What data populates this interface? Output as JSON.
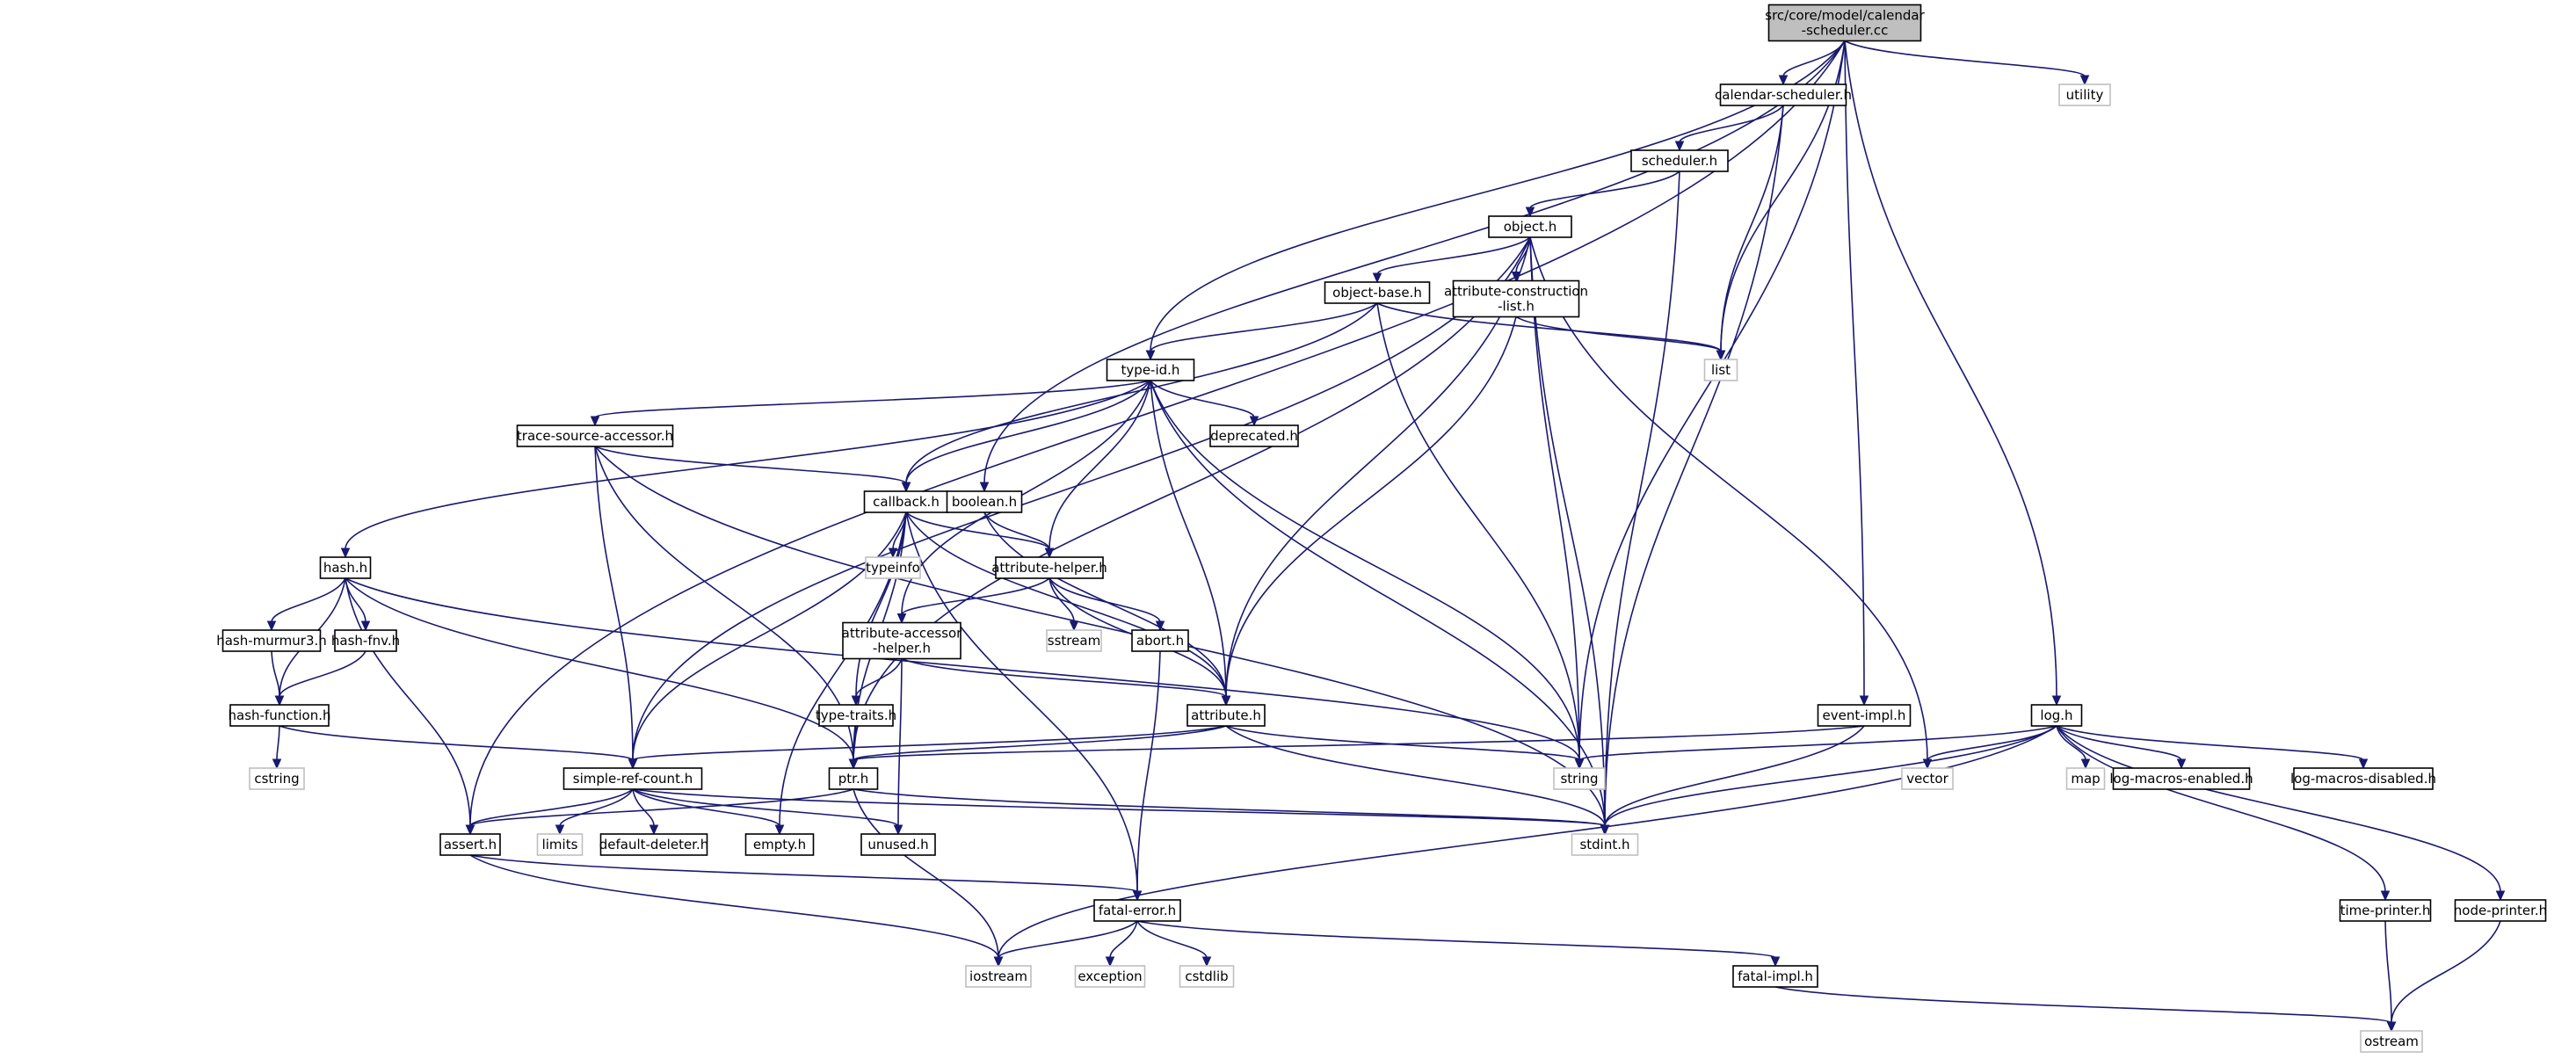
{
  "graph": {
    "nodes": [
      {
        "id": "main",
        "lines": [
          "src/core/model/calendar",
          "-scheduler.cc"
        ],
        "kind": "main"
      },
      {
        "id": "calsched",
        "lines": [
          "calendar-scheduler.h"
        ],
        "kind": "local"
      },
      {
        "id": "utility",
        "lines": [
          "utility"
        ],
        "kind": "sys"
      },
      {
        "id": "scheduler",
        "lines": [
          "scheduler.h"
        ],
        "kind": "local"
      },
      {
        "id": "object",
        "lines": [
          "object.h"
        ],
        "kind": "local"
      },
      {
        "id": "objbase",
        "lines": [
          "object-base.h"
        ],
        "kind": "local"
      },
      {
        "id": "attrcons",
        "lines": [
          "attribute-construction",
          "-list.h"
        ],
        "kind": "local"
      },
      {
        "id": "list",
        "lines": [
          "list"
        ],
        "kind": "sys"
      },
      {
        "id": "typeid",
        "lines": [
          "type-id.h"
        ],
        "kind": "local"
      },
      {
        "id": "tsa",
        "lines": [
          "trace-source-accessor.h"
        ],
        "kind": "local"
      },
      {
        "id": "deprecated",
        "lines": [
          "deprecated.h"
        ],
        "kind": "local"
      },
      {
        "id": "callback",
        "lines": [
          "callback.h"
        ],
        "kind": "local"
      },
      {
        "id": "boolean",
        "lines": [
          "boolean.h"
        ],
        "kind": "local"
      },
      {
        "id": "hash",
        "lines": [
          "hash.h"
        ],
        "kind": "local"
      },
      {
        "id": "typeinfo",
        "lines": [
          "typeinfo"
        ],
        "kind": "sys"
      },
      {
        "id": "attrhelper",
        "lines": [
          "attribute-helper.h"
        ],
        "kind": "local"
      },
      {
        "id": "hashmurmur",
        "lines": [
          "hash-murmur3.h"
        ],
        "kind": "local"
      },
      {
        "id": "hashfnv",
        "lines": [
          "hash-fnv.h"
        ],
        "kind": "local"
      },
      {
        "id": "attracc",
        "lines": [
          "attribute-accessor",
          "-helper.h"
        ],
        "kind": "local"
      },
      {
        "id": "sstream",
        "lines": [
          "sstream"
        ],
        "kind": "sys"
      },
      {
        "id": "abort",
        "lines": [
          "abort.h"
        ],
        "kind": "local"
      },
      {
        "id": "hashfunc",
        "lines": [
          "hash-function.h"
        ],
        "kind": "local"
      },
      {
        "id": "typetraits",
        "lines": [
          "type-traits.h"
        ],
        "kind": "local"
      },
      {
        "id": "attribute",
        "lines": [
          "attribute.h"
        ],
        "kind": "local"
      },
      {
        "id": "eventimpl",
        "lines": [
          "event-impl.h"
        ],
        "kind": "local"
      },
      {
        "id": "log",
        "lines": [
          "log.h"
        ],
        "kind": "local"
      },
      {
        "id": "cstring",
        "lines": [
          "cstring"
        ],
        "kind": "sys"
      },
      {
        "id": "simpleref",
        "lines": [
          "simple-ref-count.h"
        ],
        "kind": "local"
      },
      {
        "id": "ptr",
        "lines": [
          "ptr.h"
        ],
        "kind": "local"
      },
      {
        "id": "string",
        "lines": [
          "string"
        ],
        "kind": "sys"
      },
      {
        "id": "vector",
        "lines": [
          "vector"
        ],
        "kind": "sys"
      },
      {
        "id": "map",
        "lines": [
          "map"
        ],
        "kind": "sys"
      },
      {
        "id": "logme",
        "lines": [
          "log-macros-enabled.h"
        ],
        "kind": "local"
      },
      {
        "id": "logmd",
        "lines": [
          "log-macros-disabled.h"
        ],
        "kind": "local"
      },
      {
        "id": "assert",
        "lines": [
          "assert.h"
        ],
        "kind": "local"
      },
      {
        "id": "limits",
        "lines": [
          "limits"
        ],
        "kind": "sys"
      },
      {
        "id": "defdel",
        "lines": [
          "default-deleter.h"
        ],
        "kind": "local"
      },
      {
        "id": "empty",
        "lines": [
          "empty.h"
        ],
        "kind": "local"
      },
      {
        "id": "unused",
        "lines": [
          "unused.h"
        ],
        "kind": "local"
      },
      {
        "id": "stdint",
        "lines": [
          "stdint.h"
        ],
        "kind": "sys"
      },
      {
        "id": "fatalerror",
        "lines": [
          "fatal-error.h"
        ],
        "kind": "local"
      },
      {
        "id": "timeprinter",
        "lines": [
          "time-printer.h"
        ],
        "kind": "local"
      },
      {
        "id": "nodeprinter",
        "lines": [
          "node-printer.h"
        ],
        "kind": "local"
      },
      {
        "id": "iostream",
        "lines": [
          "iostream"
        ],
        "kind": "sys"
      },
      {
        "id": "exception",
        "lines": [
          "exception"
        ],
        "kind": "sys"
      },
      {
        "id": "cstdlib",
        "lines": [
          "cstdlib"
        ],
        "kind": "sys"
      },
      {
        "id": "fatalimpl",
        "lines": [
          "fatal-impl.h"
        ],
        "kind": "local"
      },
      {
        "id": "ostream",
        "lines": [
          "ostream"
        ],
        "kind": "sys"
      }
    ],
    "edges": [
      [
        "main",
        "calsched"
      ],
      [
        "main",
        "utility"
      ],
      [
        "main",
        "typeid"
      ],
      [
        "main",
        "boolean"
      ],
      [
        "main",
        "assert"
      ],
      [
        "main",
        "list"
      ],
      [
        "main",
        "string"
      ],
      [
        "main",
        "eventimpl"
      ],
      [
        "main",
        "log"
      ],
      [
        "calsched",
        "scheduler"
      ],
      [
        "calsched",
        "list"
      ],
      [
        "calsched",
        "stdint"
      ],
      [
        "scheduler",
        "object"
      ],
      [
        "scheduler",
        "stdint"
      ],
      [
        "object",
        "objbase"
      ],
      [
        "object",
        "attrcons"
      ],
      [
        "object",
        "attribute"
      ],
      [
        "object",
        "ptr"
      ],
      [
        "object",
        "simpleref"
      ],
      [
        "object",
        "string"
      ],
      [
        "object",
        "stdint"
      ],
      [
        "object",
        "vector"
      ],
      [
        "objbase",
        "typeid"
      ],
      [
        "objbase",
        "callback"
      ],
      [
        "objbase",
        "list"
      ],
      [
        "objbase",
        "string"
      ],
      [
        "attrcons",
        "attribute"
      ],
      [
        "attrcons",
        "list"
      ],
      [
        "typeid",
        "tsa"
      ],
      [
        "typeid",
        "deprecated"
      ],
      [
        "typeid",
        "callback"
      ],
      [
        "typeid",
        "hash"
      ],
      [
        "typeid",
        "attrhelper"
      ],
      [
        "typeid",
        "attracc"
      ],
      [
        "typeid",
        "attribute"
      ],
      [
        "typeid",
        "string"
      ],
      [
        "typeid",
        "stdint"
      ],
      [
        "tsa",
        "callback"
      ],
      [
        "tsa",
        "simpleref"
      ],
      [
        "tsa",
        "ptr"
      ],
      [
        "tsa",
        "stdint"
      ],
      [
        "callback",
        "typeinfo"
      ],
      [
        "callback",
        "attrhelper"
      ],
      [
        "callback",
        "attribute"
      ],
      [
        "callback",
        "simpleref"
      ],
      [
        "callback",
        "ptr"
      ],
      [
        "callback",
        "typetraits"
      ],
      [
        "callback",
        "fatalerror"
      ],
      [
        "callback",
        "empty"
      ],
      [
        "boolean",
        "attrhelper"
      ],
      [
        "boolean",
        "attribute"
      ],
      [
        "hash",
        "hashmurmur"
      ],
      [
        "hash",
        "hashfnv"
      ],
      [
        "hash",
        "hashfunc"
      ],
      [
        "hash",
        "assert"
      ],
      [
        "hash",
        "ptr"
      ],
      [
        "hash",
        "string"
      ],
      [
        "attrhelper",
        "attracc"
      ],
      [
        "attrhelper",
        "sstream"
      ],
      [
        "attrhelper",
        "abort"
      ],
      [
        "attrhelper",
        "attribute"
      ],
      [
        "hashmurmur",
        "hashfunc"
      ],
      [
        "hashfnv",
        "hashfunc"
      ],
      [
        "attracc",
        "typetraits"
      ],
      [
        "attracc",
        "attribute"
      ],
      [
        "attracc",
        "unused"
      ],
      [
        "abort",
        "fatalerror"
      ],
      [
        "hashfunc",
        "cstring"
      ],
      [
        "hashfunc",
        "simpleref"
      ],
      [
        "typetraits",
        "ptr"
      ],
      [
        "attribute",
        "ptr"
      ],
      [
        "attribute",
        "simpleref"
      ],
      [
        "attribute",
        "string"
      ],
      [
        "attribute",
        "stdint"
      ],
      [
        "eventimpl",
        "ptr"
      ],
      [
        "eventimpl",
        "stdint"
      ],
      [
        "log",
        "string"
      ],
      [
        "log",
        "vector"
      ],
      [
        "log",
        "map"
      ],
      [
        "log",
        "logme"
      ],
      [
        "log",
        "logmd"
      ],
      [
        "log",
        "stdint"
      ],
      [
        "log",
        "iostream"
      ],
      [
        "log",
        "timeprinter"
      ],
      [
        "log",
        "nodeprinter"
      ],
      [
        "simpleref",
        "assert"
      ],
      [
        "simpleref",
        "limits"
      ],
      [
        "simpleref",
        "defdel"
      ],
      [
        "simpleref",
        "empty"
      ],
      [
        "simpleref",
        "unused"
      ],
      [
        "simpleref",
        "stdint"
      ],
      [
        "ptr",
        "assert"
      ],
      [
        "ptr",
        "stdint"
      ],
      [
        "ptr",
        "iostream"
      ],
      [
        "assert",
        "fatalerror"
      ],
      [
        "assert",
        "iostream"
      ],
      [
        "fatalerror",
        "iostream"
      ],
      [
        "fatalerror",
        "exception"
      ],
      [
        "fatalerror",
        "cstdlib"
      ],
      [
        "fatalerror",
        "fatalimpl"
      ],
      [
        "fatalimpl",
        "ostream"
      ],
      [
        "timeprinter",
        "ostream"
      ],
      [
        "nodeprinter",
        "ostream"
      ]
    ]
  }
}
